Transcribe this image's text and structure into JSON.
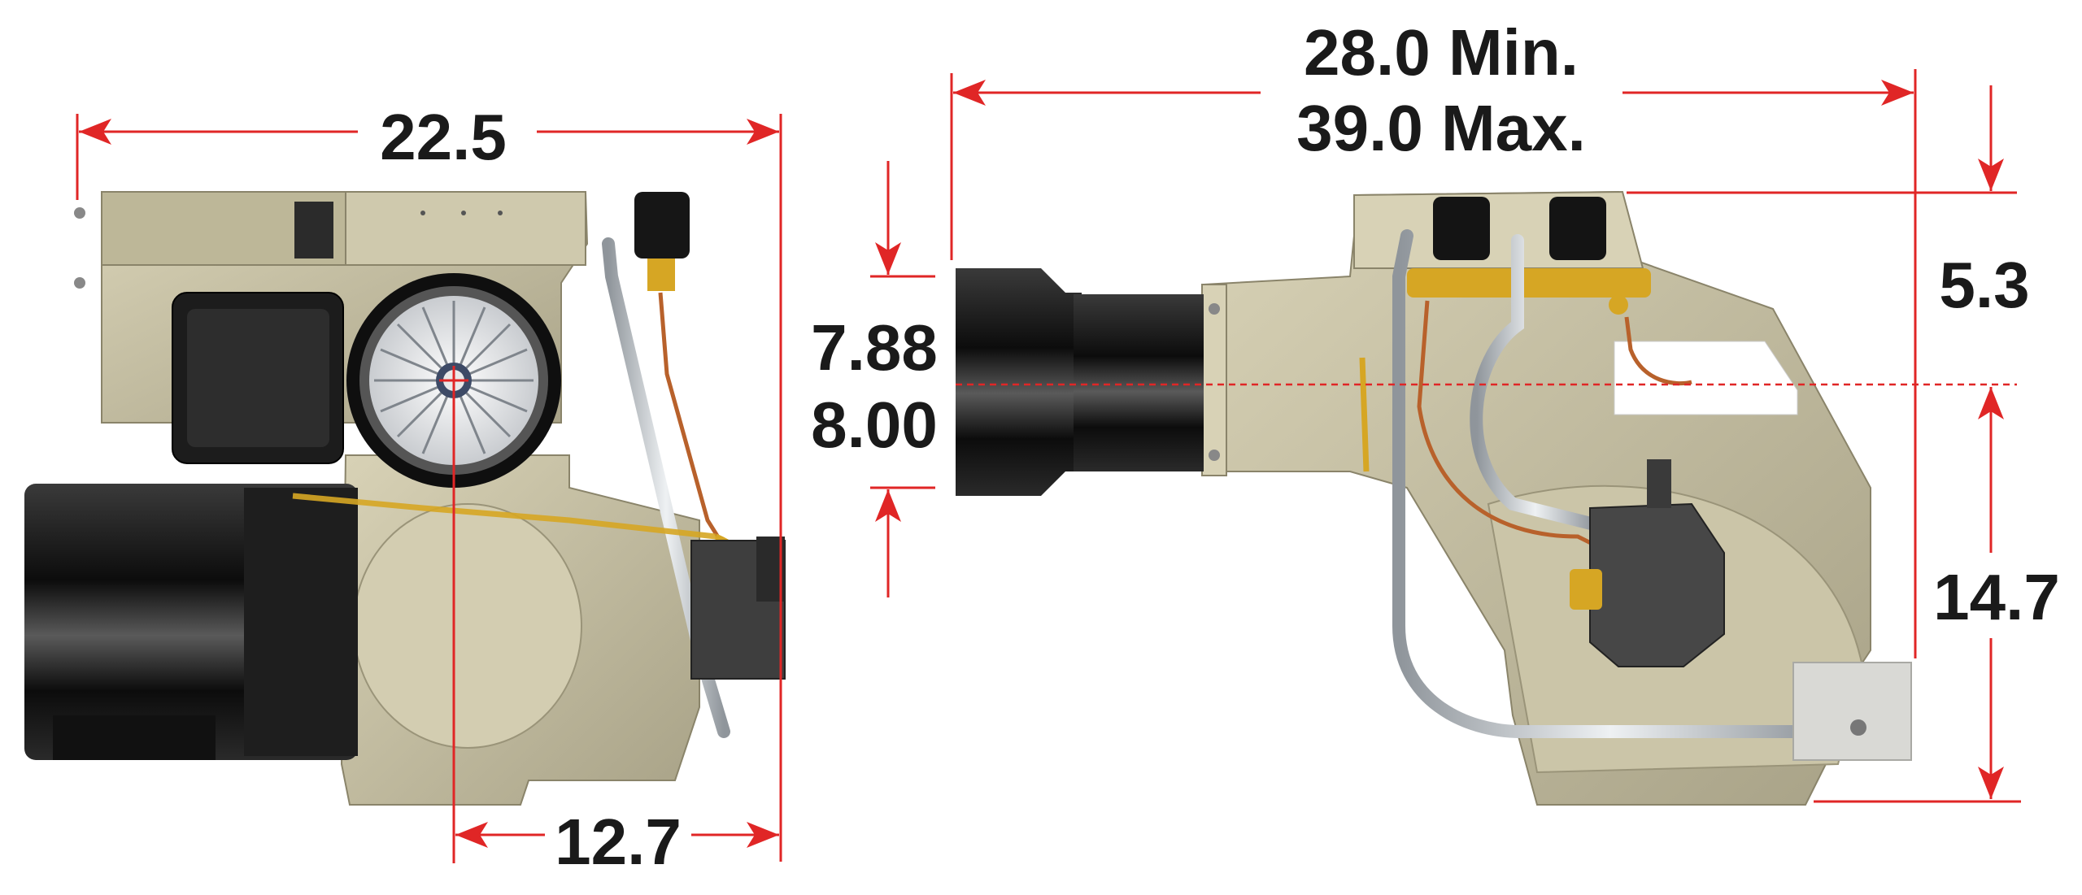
{
  "diagram": {
    "colors": {
      "dimension_line": "#e02626",
      "label": "#1a1a1a",
      "housing": "#c9c3a6",
      "housing_dark": "#9a9479",
      "housing_light": "#dcd7bf",
      "black_part": "#141414",
      "pipe": "#b9bec4",
      "brass": "#d6a624",
      "copper": "#b8612b",
      "pump": "#4a4a4a"
    },
    "left_view": {
      "width_label": "22.5",
      "offset_label": "12.7"
    },
    "right_view": {
      "length_min_label": "28.0 Min.",
      "length_max_label": "39.0 Max.",
      "tube_dia_top_label": "7.88",
      "tube_dia_bottom_label": "8.00",
      "top_height_label": "5.3",
      "bottom_height_label": "14.7"
    }
  }
}
